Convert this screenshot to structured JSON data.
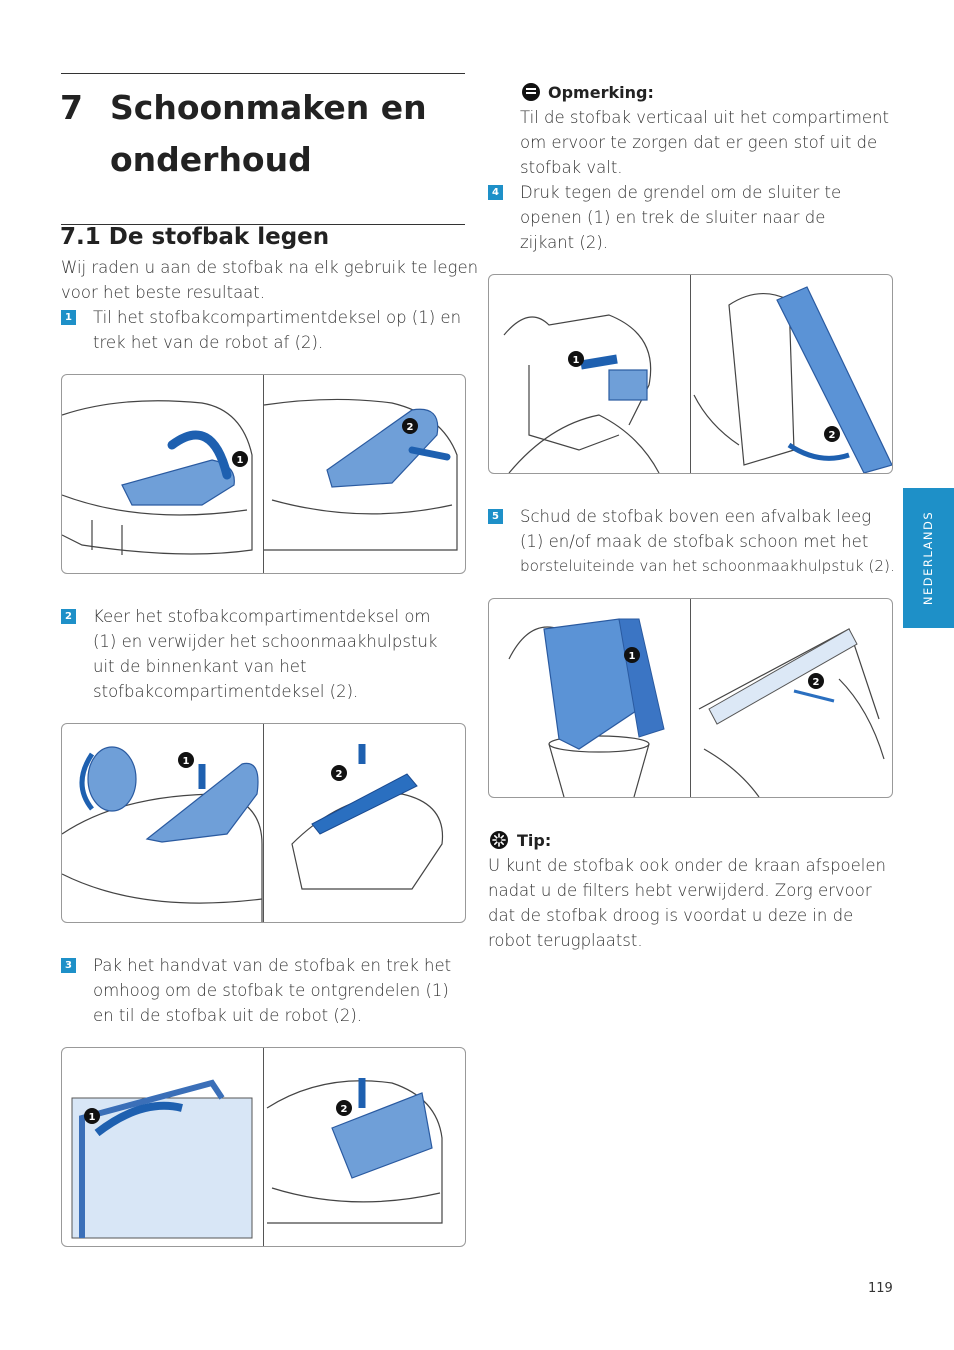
{
  "chapter": {
    "number": "7",
    "title_line1": "Schoonmaken en",
    "title_line2": "onderhoud"
  },
  "section": {
    "title": "7.1  De stofbak legen"
  },
  "intro": [
    "Wij raden u aan de stofbak na elk gebruik te legen",
    "voor het beste resultaat."
  ],
  "steps": {
    "s1": {
      "badge": "1",
      "lines": [
        "Til het stofbakcompartimentdeksel op (1) en",
        "trek het van de robot af (2)."
      ]
    },
    "s2": {
      "badge": "2",
      "lines": [
        "Keer het stofbakcompartimentdeksel om",
        "(1) en verwijder het schoonmaakhulpstuk",
        "uit de binnenkant van het",
        "stofbakcompartimentdeksel (2)."
      ]
    },
    "s3": {
      "badge": "3",
      "lines": [
        "Pak het handvat van de stofbak en trek het",
        "omhoog om de stofbak te ontgrendelen (1)",
        "en til de stofbak uit de robot (2)."
      ]
    },
    "s4": {
      "badge": "4",
      "lines": [
        "Druk tegen de grendel om de sluiter te",
        "openen (1) en trek de sluiter naar de",
        "zijkant (2)."
      ]
    },
    "s5": {
      "badge": "5",
      "lines": [
        "Schud de stofbak boven een afvalbak leeg",
        "(1) en/of maak de stofbak schoon met het",
        "borsteluiteinde van het schoonmaakhulpstuk (2)."
      ]
    }
  },
  "note": {
    "heading": "Opmerking:",
    "lines": [
      "Til de stofbak verticaal uit het compartiment",
      "om ervoor te zorgen dat er geen stof uit de",
      "stofbak valt."
    ]
  },
  "tip": {
    "heading": "Tip:",
    "lines": [
      "U kunt de stofbak ook onder de kraan afspoelen",
      "nadat u de filters hebt verwijderd. Zorg ervoor",
      "dat de stofbak droog is voordat u deze in de",
      "robot terugplaatst."
    ]
  },
  "callouts": {
    "one": "1",
    "two": "2"
  },
  "side_tab": "NEDERLANDS",
  "page_number": "119",
  "colors": {
    "accent": "#1e90c8",
    "part_fill": "#6f9fd8",
    "part_stroke": "#2a5aa0"
  },
  "icons": {
    "note": "note-icon",
    "tip": "tip-icon"
  }
}
